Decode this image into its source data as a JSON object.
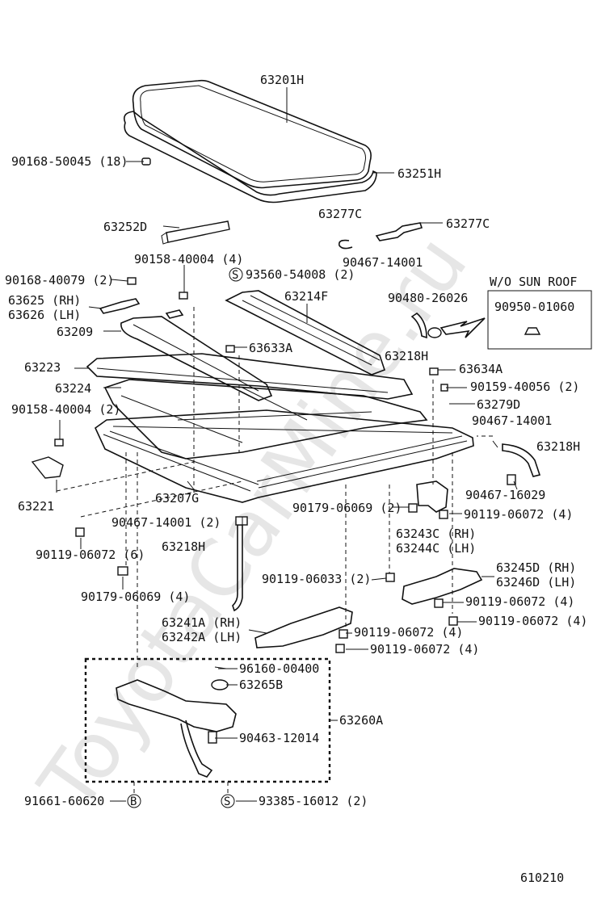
{
  "watermark": "ToyotaCarMine.ru",
  "diagram_id": "610210",
  "note_box": {
    "title": "W/O SUN ROOF",
    "part": "90950-01060"
  },
  "labels": [
    {
      "id": "l01",
      "text": "63201H"
    },
    {
      "id": "l02",
      "text": "90168-50045 (18)"
    },
    {
      "id": "l03",
      "text": "63251H"
    },
    {
      "id": "l04",
      "text": "63252D"
    },
    {
      "id": "l05",
      "text": "63277C"
    },
    {
      "id": "l06",
      "text": "63277C"
    },
    {
      "id": "l07",
      "text": "90158-40004 (4)"
    },
    {
      "id": "l08",
      "text": "93560-54008 (2)"
    },
    {
      "id": "l09",
      "text": "90467-14001"
    },
    {
      "id": "l10",
      "text": "90168-40079 (2)"
    },
    {
      "id": "l11",
      "text": "63625 (RH)"
    },
    {
      "id": "l12",
      "text": "63626 (LH)"
    },
    {
      "id": "l13",
      "text": "63214F"
    },
    {
      "id": "l14",
      "text": "90480-26026"
    },
    {
      "id": "l15",
      "text": "63209"
    },
    {
      "id": "l16",
      "text": "63633A"
    },
    {
      "id": "l17",
      "text": "63218H"
    },
    {
      "id": "l18",
      "text": "63223"
    },
    {
      "id": "l19",
      "text": "63634A"
    },
    {
      "id": "l20",
      "text": "63224"
    },
    {
      "id": "l21",
      "text": "90159-40056 (2)"
    },
    {
      "id": "l22",
      "text": "63279D"
    },
    {
      "id": "l23",
      "text": "90158-40004 (2)"
    },
    {
      "id": "l24",
      "text": "90467-14001"
    },
    {
      "id": "l25",
      "text": "63218H"
    },
    {
      "id": "l26",
      "text": "90467-16029"
    },
    {
      "id": "l27",
      "text": "63221"
    },
    {
      "id": "l28",
      "text": "63207G"
    },
    {
      "id": "l29",
      "text": "90179-06069 (2)"
    },
    {
      "id": "l30",
      "text": "90119-06072 (4)"
    },
    {
      "id": "l31",
      "text": "90467-14001 (2)"
    },
    {
      "id": "l32",
      "text": "63218H"
    },
    {
      "id": "l33",
      "text": "63243C (RH)"
    },
    {
      "id": "l34",
      "text": "63244C (LH)"
    },
    {
      "id": "l35",
      "text": "90119-06072 (6)"
    },
    {
      "id": "l36",
      "text": "63245D (RH)"
    },
    {
      "id": "l37",
      "text": "63246D (LH)"
    },
    {
      "id": "l38",
      "text": "90119-06033 (2)"
    },
    {
      "id": "l39",
      "text": "90179-06069 (4)"
    },
    {
      "id": "l40",
      "text": "90119-06072 (4)"
    },
    {
      "id": "l41",
      "text": "63241A (RH)"
    },
    {
      "id": "l42",
      "text": "63242A (LH)"
    },
    {
      "id": "l43",
      "text": "90119-06072 (4)"
    },
    {
      "id": "l44",
      "text": "90119-06072 (4)"
    },
    {
      "id": "l45",
      "text": "90119-06072 (4)"
    },
    {
      "id": "l46",
      "text": "96160-00400"
    },
    {
      "id": "l47",
      "text": "63265B"
    },
    {
      "id": "l48",
      "text": "63260A"
    },
    {
      "id": "l49",
      "text": "90463-12014"
    },
    {
      "id": "l50",
      "text": "91661-60620"
    },
    {
      "id": "l51",
      "text": "93385-16012 (2)"
    }
  ],
  "symbols": {
    "s": "S",
    "b": "B"
  }
}
